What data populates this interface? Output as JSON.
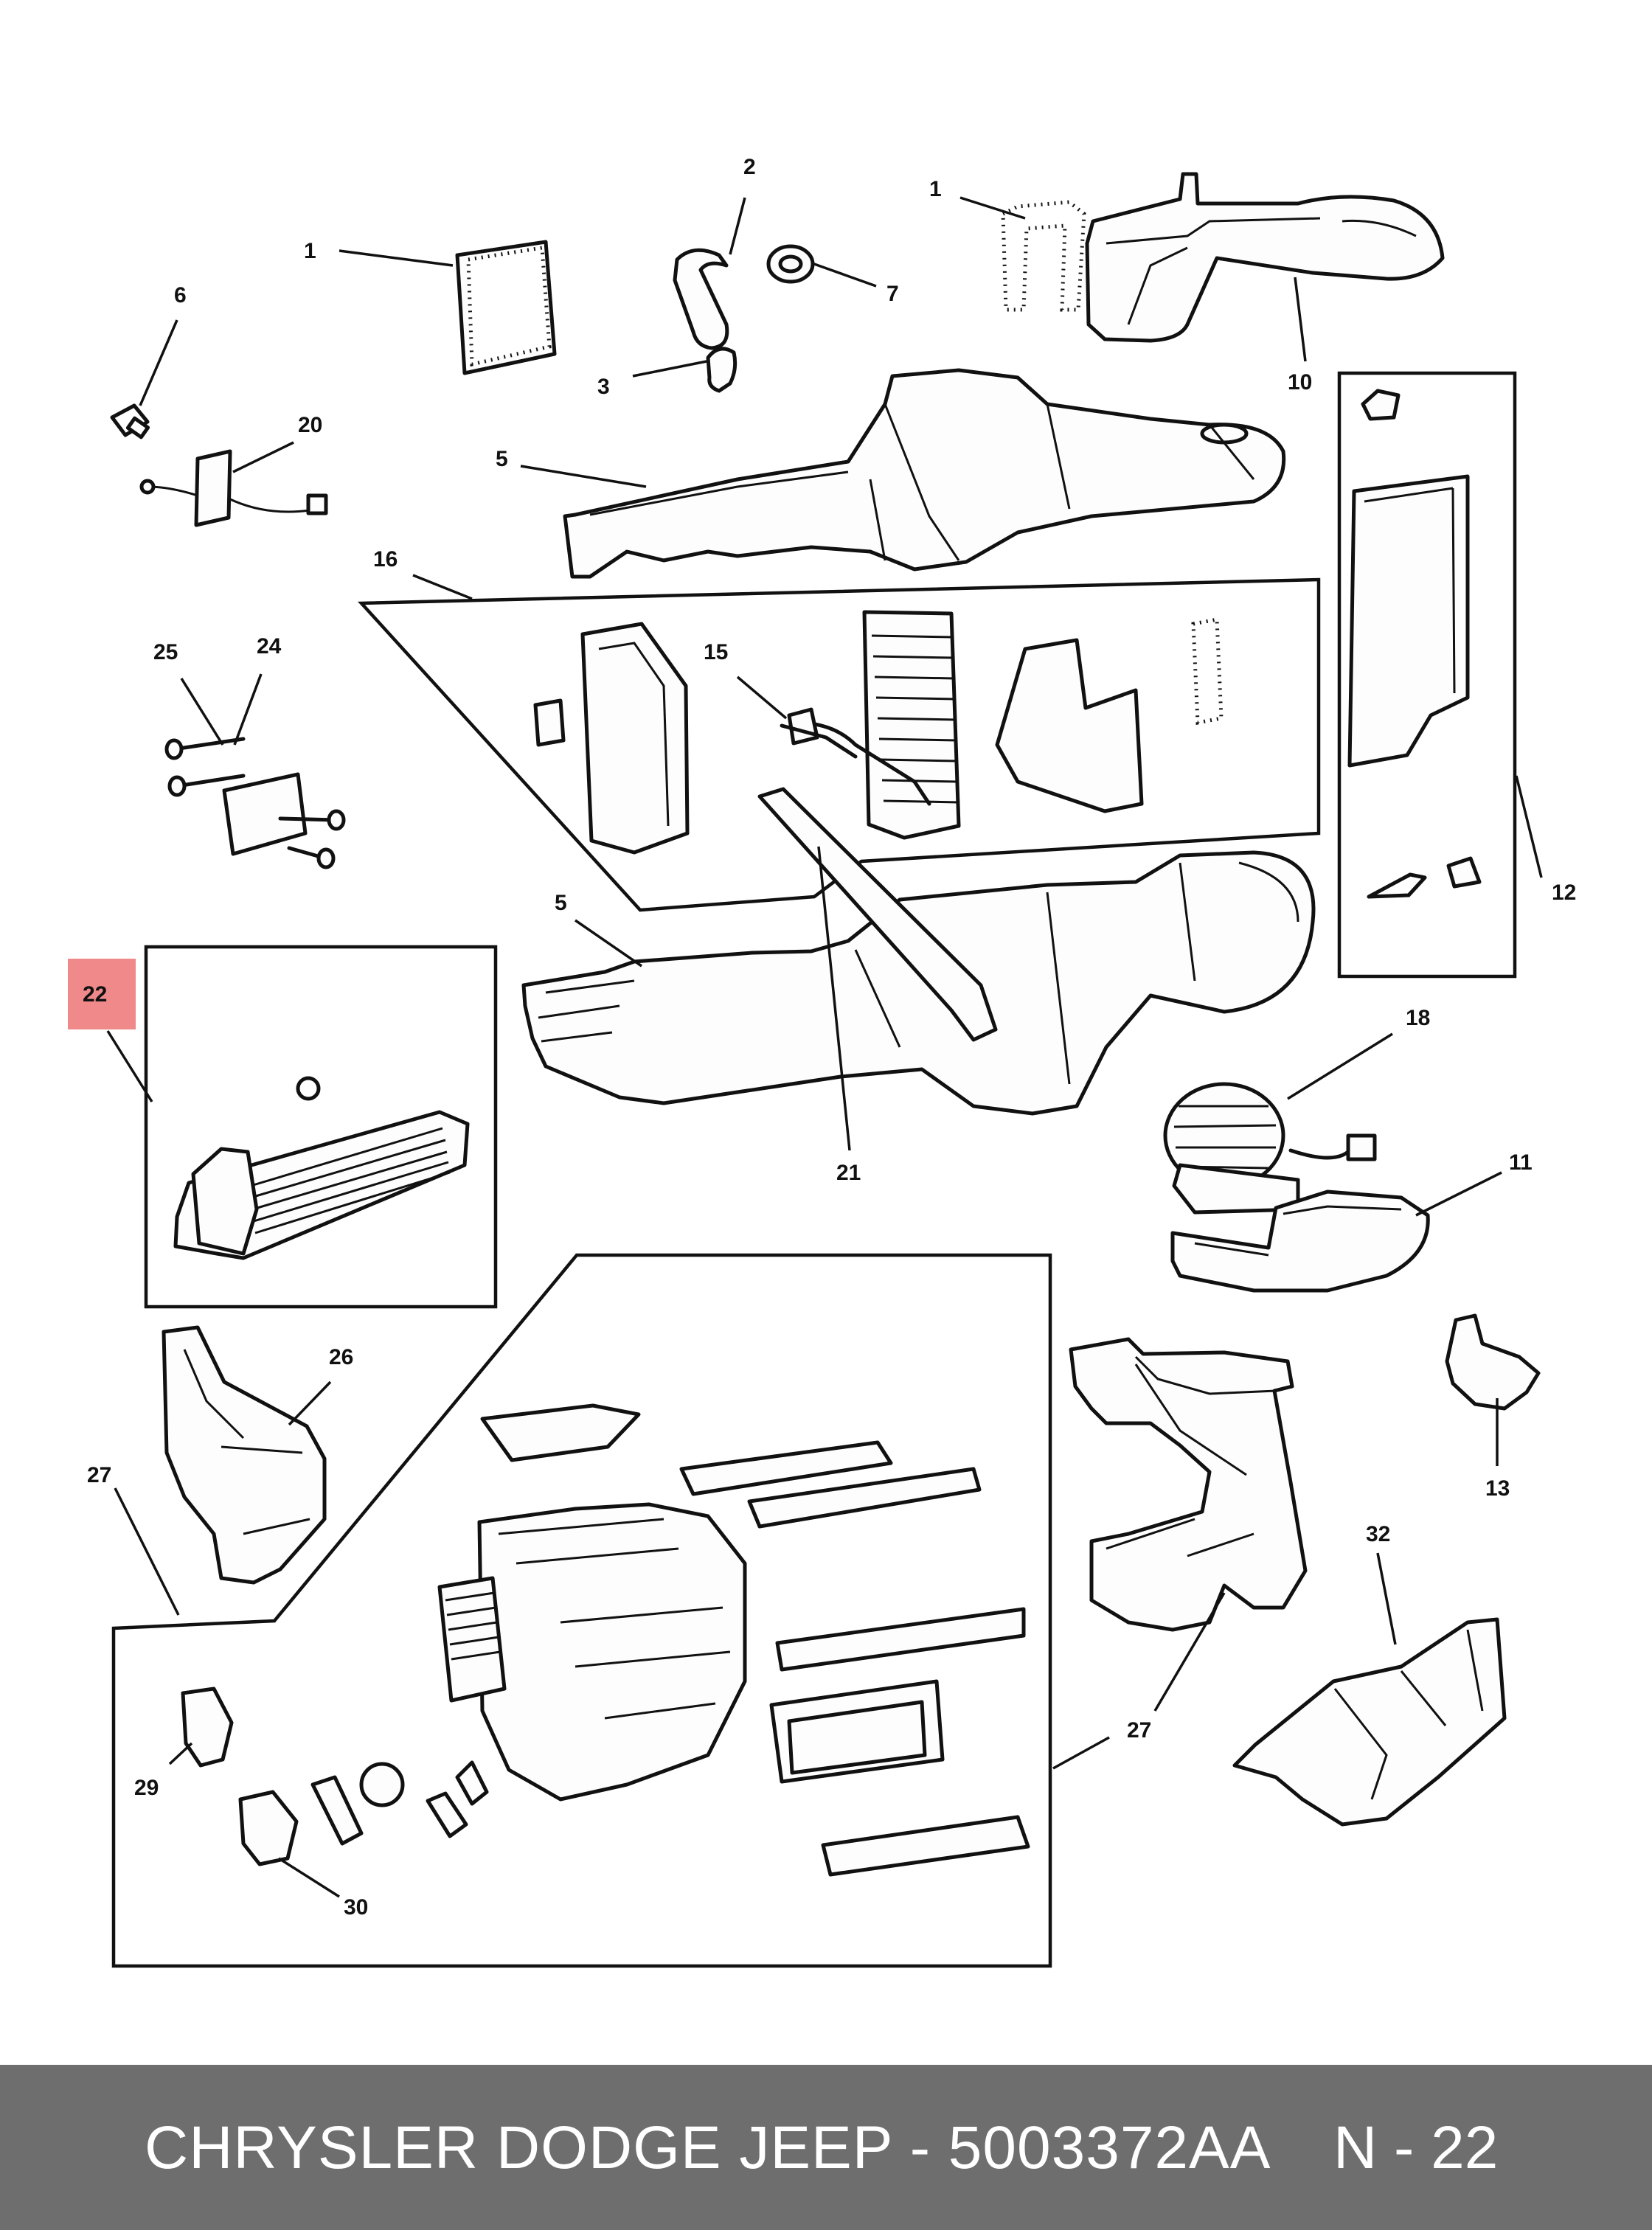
{
  "callouts": {
    "c1a": "1",
    "c1b": "1",
    "c2": "2",
    "c3": "3",
    "c5a": "5",
    "c5b": "5",
    "c6": "6",
    "c7": "7",
    "c10": "10",
    "c11": "11",
    "c12": "12",
    "c13": "13",
    "c15": "15",
    "c16": "16",
    "c18": "18",
    "c20": "20",
    "c21": "21",
    "c22": "22",
    "c24": "24",
    "c25": "25",
    "c26": "26",
    "c27a": "27",
    "c27b": "27",
    "c29": "29",
    "c30": "30",
    "c32": "32"
  },
  "highlight": {
    "part": "22",
    "color": "#f08a8a"
  },
  "footer": {
    "title": "CHRYSLER DODGE JEEP - 5003372AA",
    "page": "N - 22",
    "background": "#6e6e6e",
    "text_color": "#ffffff"
  }
}
